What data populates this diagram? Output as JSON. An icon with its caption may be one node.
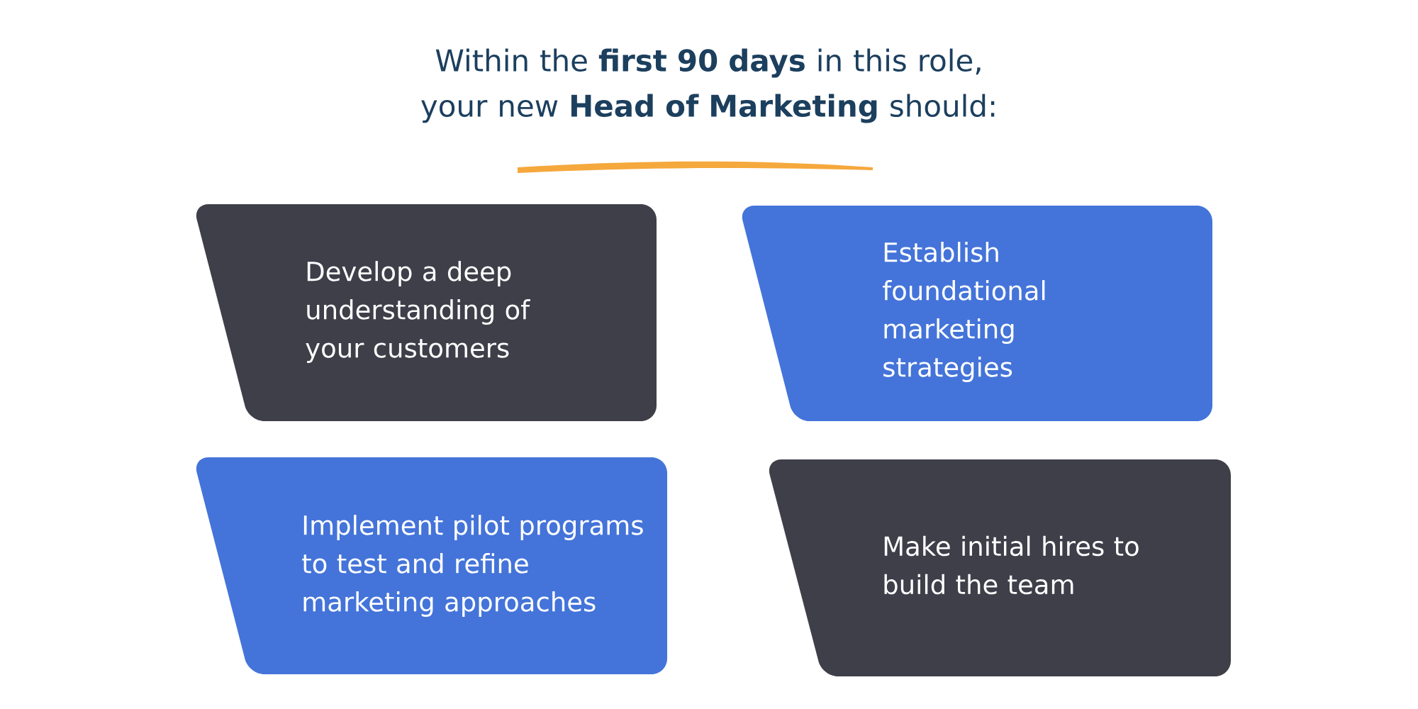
{
  "diagram": {
    "title": "Within the **first 90 days** in this role, your new **Head of Marketing** should:",
    "nodes": [
      {
        "text": [
          "Develop a deep understanding of your customers"
        ]
      },
      {
        "text": [
          "Establish foundational marketing strategies"
        ]
      },
      {
        "text": [
          "Implement pilot programs to test and refine marketing approaches"
        ]
      },
      {
        "text": [
          "Make initial hires to build the team"
        ]
      }
    ],
    "edges": []
  }
}
